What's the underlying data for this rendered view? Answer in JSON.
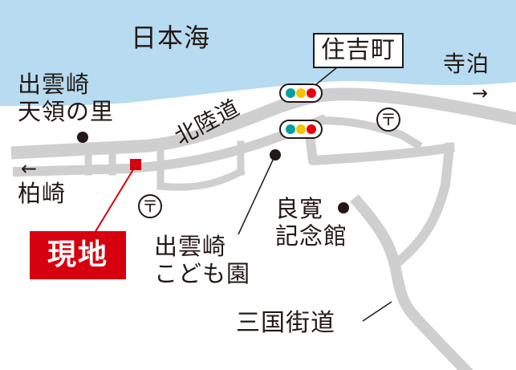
{
  "map": {
    "sea_label": "日本海",
    "landmarks": {
      "izumozaki_tenryo": [
        "出雲崎",
        "天領の里"
      ],
      "kodomoen": [
        "出雲崎",
        "こども園"
      ],
      "ryokan_kinenkan": [
        "良寛",
        "記念館"
      ]
    },
    "roads": {
      "hokurikudo": "北陸道",
      "mikuni_kaido": "三国街道"
    },
    "places": {
      "sumiyoshicho": "住吉町",
      "teradomari": "寺泊",
      "kashiwazaki": "柏崎"
    },
    "arrows": {
      "east": "→",
      "west": "←"
    },
    "site_label": "現地",
    "post_office_symbol": "〒",
    "colors": {
      "sea": "#b7dbf0",
      "road": "#cfcfcf",
      "site": "#d7000f",
      "signal_red": "#e60012",
      "signal_yellow": "#f5c400",
      "signal_green": "#00a0a0",
      "text": "#231815"
    }
  }
}
